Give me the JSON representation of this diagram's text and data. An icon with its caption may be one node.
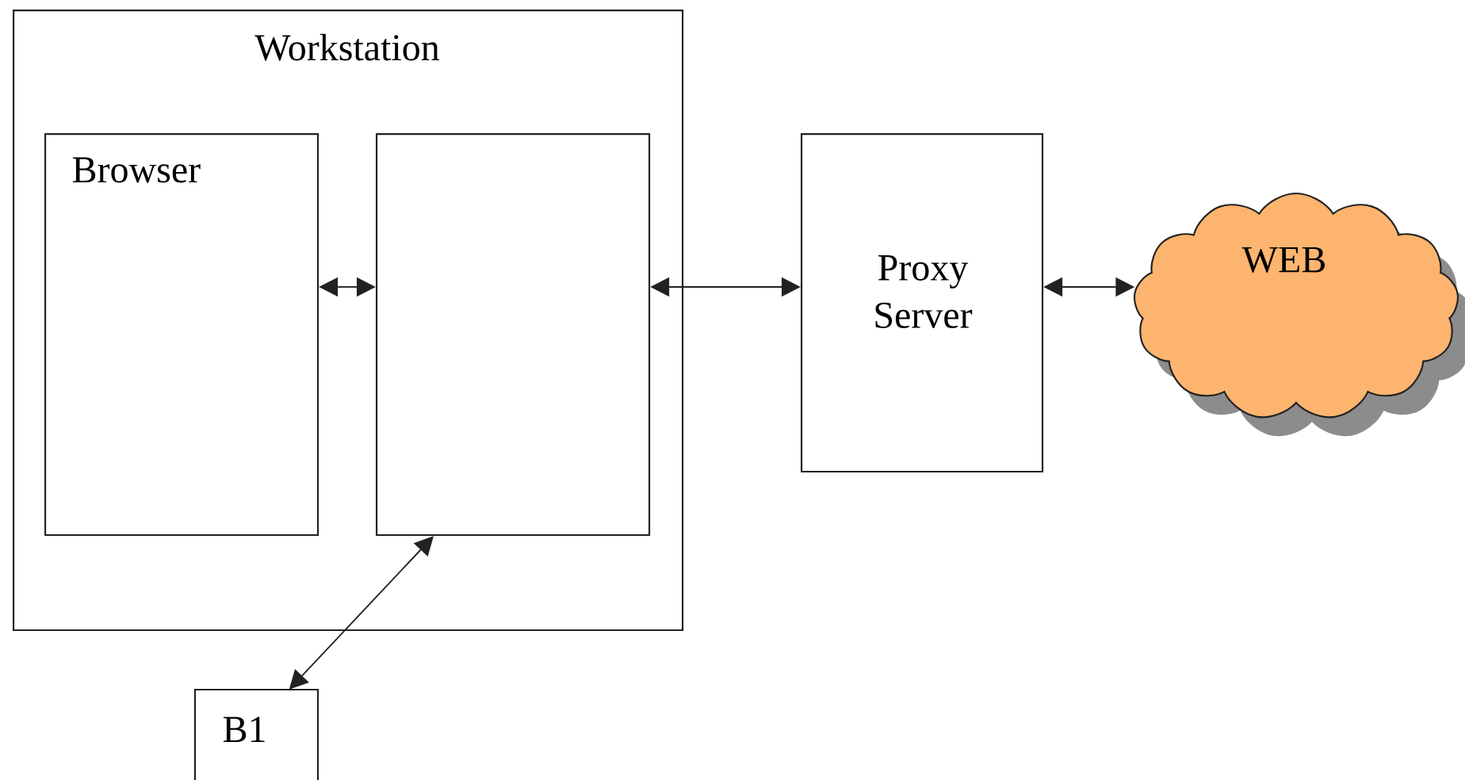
{
  "diagram": {
    "nodes": [
      {
        "text": [
          "Workstation"
        ]
      },
      {
        "text": [
          "Browser"
        ],
        "in": 0
      },
      {
        "text": [],
        "shape": "box",
        "in": 0
      },
      {
        "text": [
          "Proxy Server"
        ]
      },
      {
        "text": [
          "WEB"
        ]
      },
      {
        "text": [
          "B1"
        ]
      }
    ],
    "edges": [
      {
        "from": 1,
        "to": 2,
        "arrow": "both"
      },
      {
        "from": 2,
        "to": 3,
        "arrow": "both"
      },
      {
        "from": 3,
        "to": 4,
        "arrow": "both"
      },
      {
        "from": 5,
        "to": 2,
        "arrow": "both"
      }
    ]
  }
}
